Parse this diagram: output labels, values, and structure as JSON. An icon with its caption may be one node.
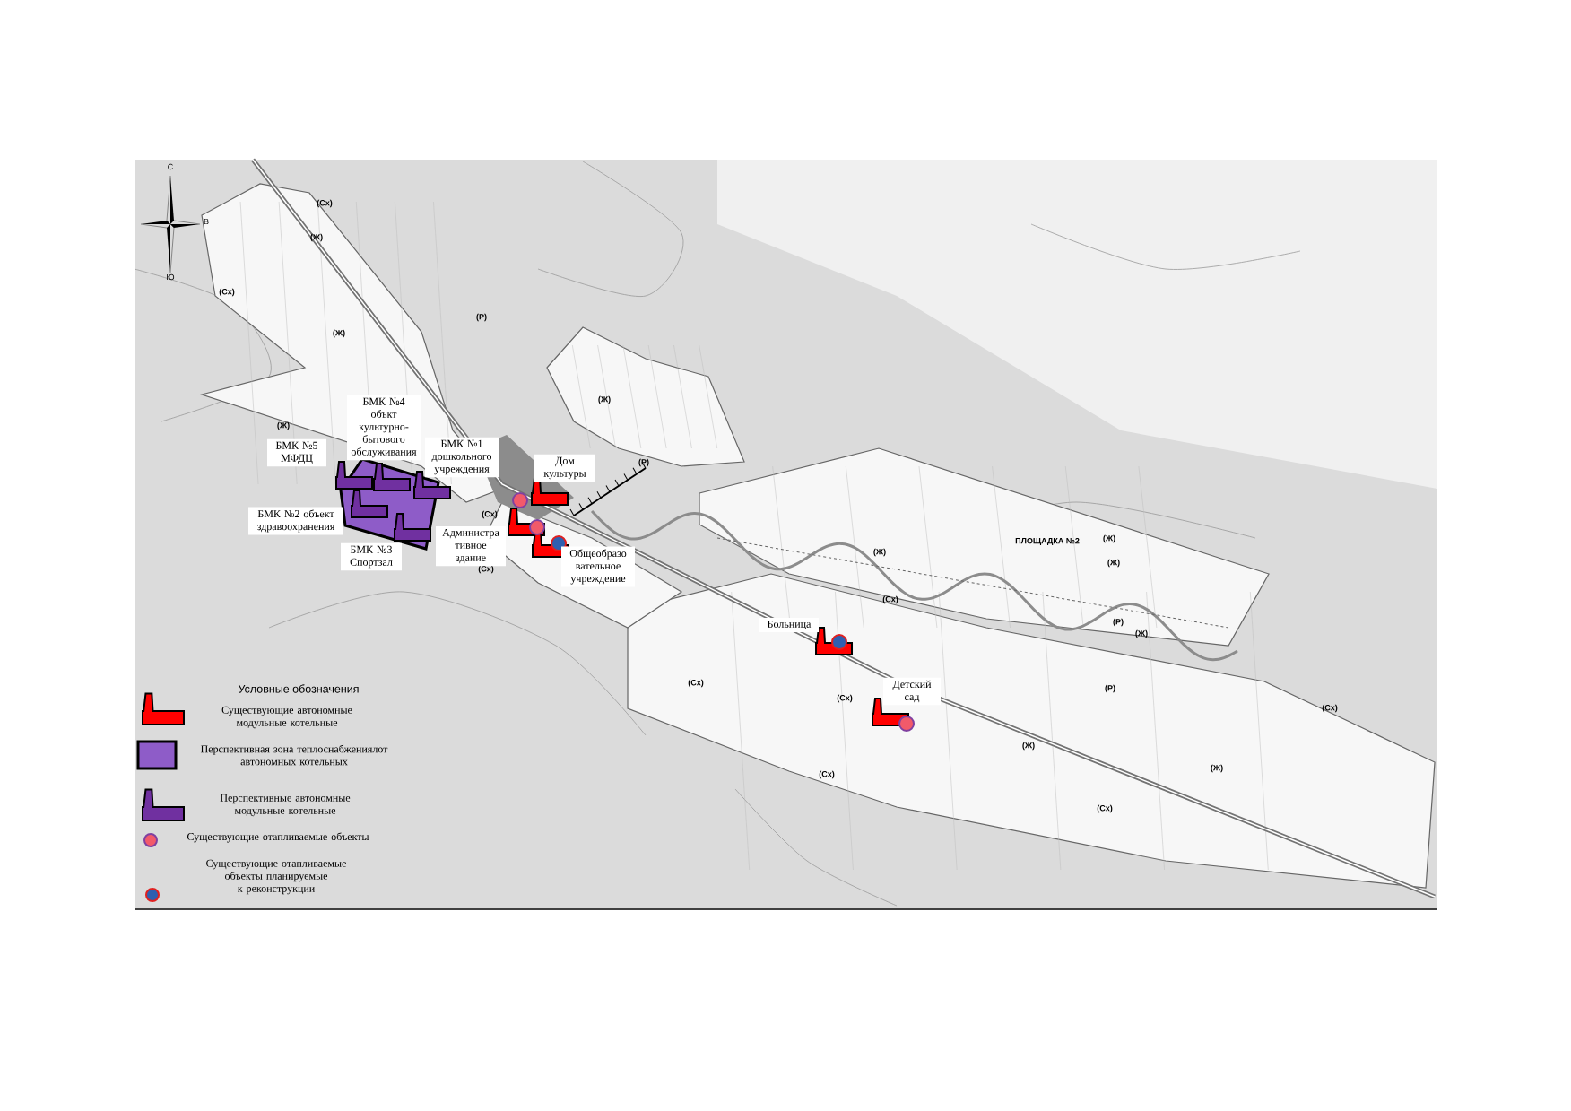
{
  "diagram": {
    "nodes": [
      {
        "text": [
          "БМК №5 МФДЦ"
        ]
      },
      {
        "text": [
          "БМК №4 объкт культурно-бытового обслуживания"
        ]
      },
      {
        "text": [
          "БМК №1 дошкольного учреждения"
        ]
      },
      {
        "text": [
          "Дом культуры"
        ]
      },
      {
        "text": [
          "БМК №2 объект здравоохранения"
        ]
      },
      {
        "text": [
          "БМК №3 Спортзал"
        ]
      },
      {
        "text": [
          "Администра тивное здание"
        ]
      },
      {
        "text": [
          "Общеобразо вательное учреждение"
        ]
      },
      {
        "text": [
          "Больница"
        ]
      },
      {
        "text": [
          "Детский сад"
        ]
      }
    ],
    "labels": [
      "С",
      "В",
      "Ю",
      "(Сх)",
      "(Ж)",
      "(Сх)",
      "(Ж)",
      "(Р)",
      "(Ж)",
      "(Ж)",
      "(Р)",
      "(Сх)",
      "(Сх)",
      "(Ж)",
      "(Ж)",
      "ПЛОЩАДКА №2",
      "(Ж)",
      "(Сх)",
      "(Р)",
      "(Ж)",
      "(Сх)",
      "(Сх)",
      "(Р)",
      "(Сх)",
      "(Ж)",
      "(Сх)",
      "(Ж)",
      "(Сх)",
      "Условные обозначения"
    ],
    "legend": [
      {
        "text": "Существующие автономные модульные котельные"
      },
      {
        "text": "Перспективная зона теплоснабжениялот автономных котельных",
        "color": "#8e5cc8"
      },
      {
        "text": "Перспективные автономные модульные котельные"
      },
      {
        "text": "Существующие отапливаемые объекты"
      },
      {
        "text": "Существующие отапливаемые объекты планируемые к реконструкции"
      }
    ]
  }
}
